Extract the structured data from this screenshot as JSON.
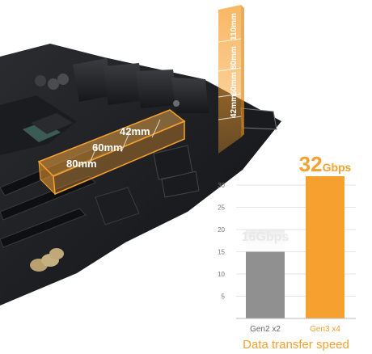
{
  "overlay": {
    "horizontal_labels": [
      "42mm",
      "60mm",
      "80mm"
    ],
    "vertical_labels": [
      "110mm",
      "80mm",
      "60mm",
      "42mm"
    ]
  },
  "chart_data": {
    "type": "bar",
    "categories": [
      "Gen2 x2",
      "Gen3 x4"
    ],
    "values": [
      15,
      32
    ],
    "ylim": [
      0,
      32
    ],
    "yticks": [
      5,
      10,
      15,
      20,
      25,
      30
    ],
    "grid": true,
    "highlight_label": "32",
    "highlight_unit": "Gbps",
    "xlabel": "Data transfer speed",
    "colors": [
      "#909090",
      "#f6a030"
    ],
    "ghost_label": "16Gbps"
  }
}
